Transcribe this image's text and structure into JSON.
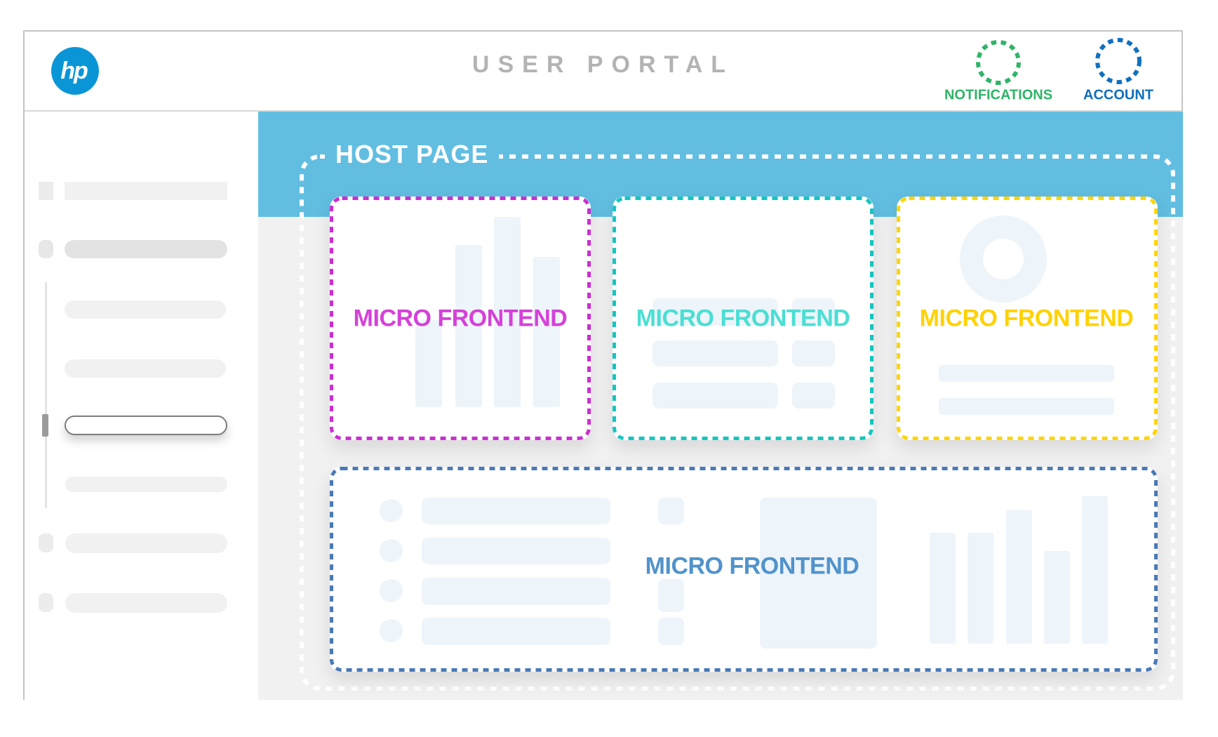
{
  "header": {
    "title": "USER PORTAL",
    "title_color": "#b3b3b3",
    "logo_text": "hp",
    "logo_color": "#0a96d6",
    "actions": [
      {
        "label": "NOTIFICATIONS",
        "color": "#2fb468",
        "icon": "dotted-circle"
      },
      {
        "label": "ACCOUNT",
        "color": "#0f6fbc",
        "icon": "dotted-circle"
      }
    ]
  },
  "host_page": {
    "label": "HOST PAGE",
    "band_color": "#61bee1",
    "border_color": "#ffffff"
  },
  "micro_frontends": {
    "top": [
      {
        "label": "MICRO FRONTEND",
        "accent": "#cb2ed1",
        "text_color": "#d541d8",
        "content": "bar-chart-skeleton"
      },
      {
        "label": "MICRO FRONTEND",
        "accent": "#13c6c0",
        "text_color": "#4adfd3",
        "content": "list-rows-skeleton"
      },
      {
        "label": "MICRO FRONTEND",
        "accent": "#ffd506",
        "text_color": "#ffd200",
        "content": "donut-and-bars-skeleton"
      }
    ],
    "bottom": {
      "label": "MICRO FRONTEND",
      "accent": "#4a7ab6",
      "text_color": "#5193cb",
      "content": "list-table-chart-skeleton"
    }
  },
  "sidebar": {
    "skeleton_item_count": 8,
    "selected_index": 5
  }
}
